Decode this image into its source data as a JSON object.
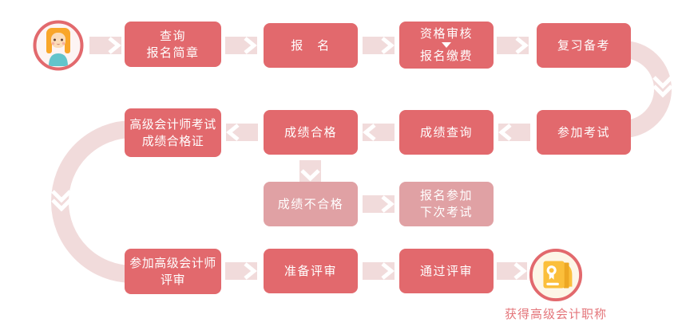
{
  "colors": {
    "box_primary": "#e2696d",
    "box_muted": "#e0a1a4",
    "connector": "#f1dbdb",
    "result_label": "#e4757a",
    "icon_book": "#fbbf3b",
    "icon_book_dark": "#eda723"
  },
  "steps": {
    "s1": {
      "lines": [
        "查询",
        "报名简章"
      ]
    },
    "s2": {
      "lines": [
        "报　名"
      ]
    },
    "s3": {
      "lines": [
        "资格审核",
        "报名缴费"
      ]
    },
    "s4": {
      "lines": [
        "复习备考"
      ]
    },
    "s5": {
      "lines": [
        "参加考试"
      ]
    },
    "s6": {
      "lines": [
        "成绩查询"
      ]
    },
    "s7": {
      "lines": [
        "成绩合格"
      ]
    },
    "s8": {
      "lines": [
        "高级会计师考试",
        "成绩合格证"
      ]
    },
    "s9": {
      "lines": [
        "成绩不合格"
      ]
    },
    "s10": {
      "lines": [
        "报名参加",
        "下次考试"
      ]
    },
    "s11": {
      "lines": [
        "参加高级会计师",
        "评审"
      ]
    },
    "s12": {
      "lines": [
        "准备评审"
      ]
    },
    "s13": {
      "lines": [
        "通过评审"
      ]
    }
  },
  "result_label": "获得高级会计职称"
}
